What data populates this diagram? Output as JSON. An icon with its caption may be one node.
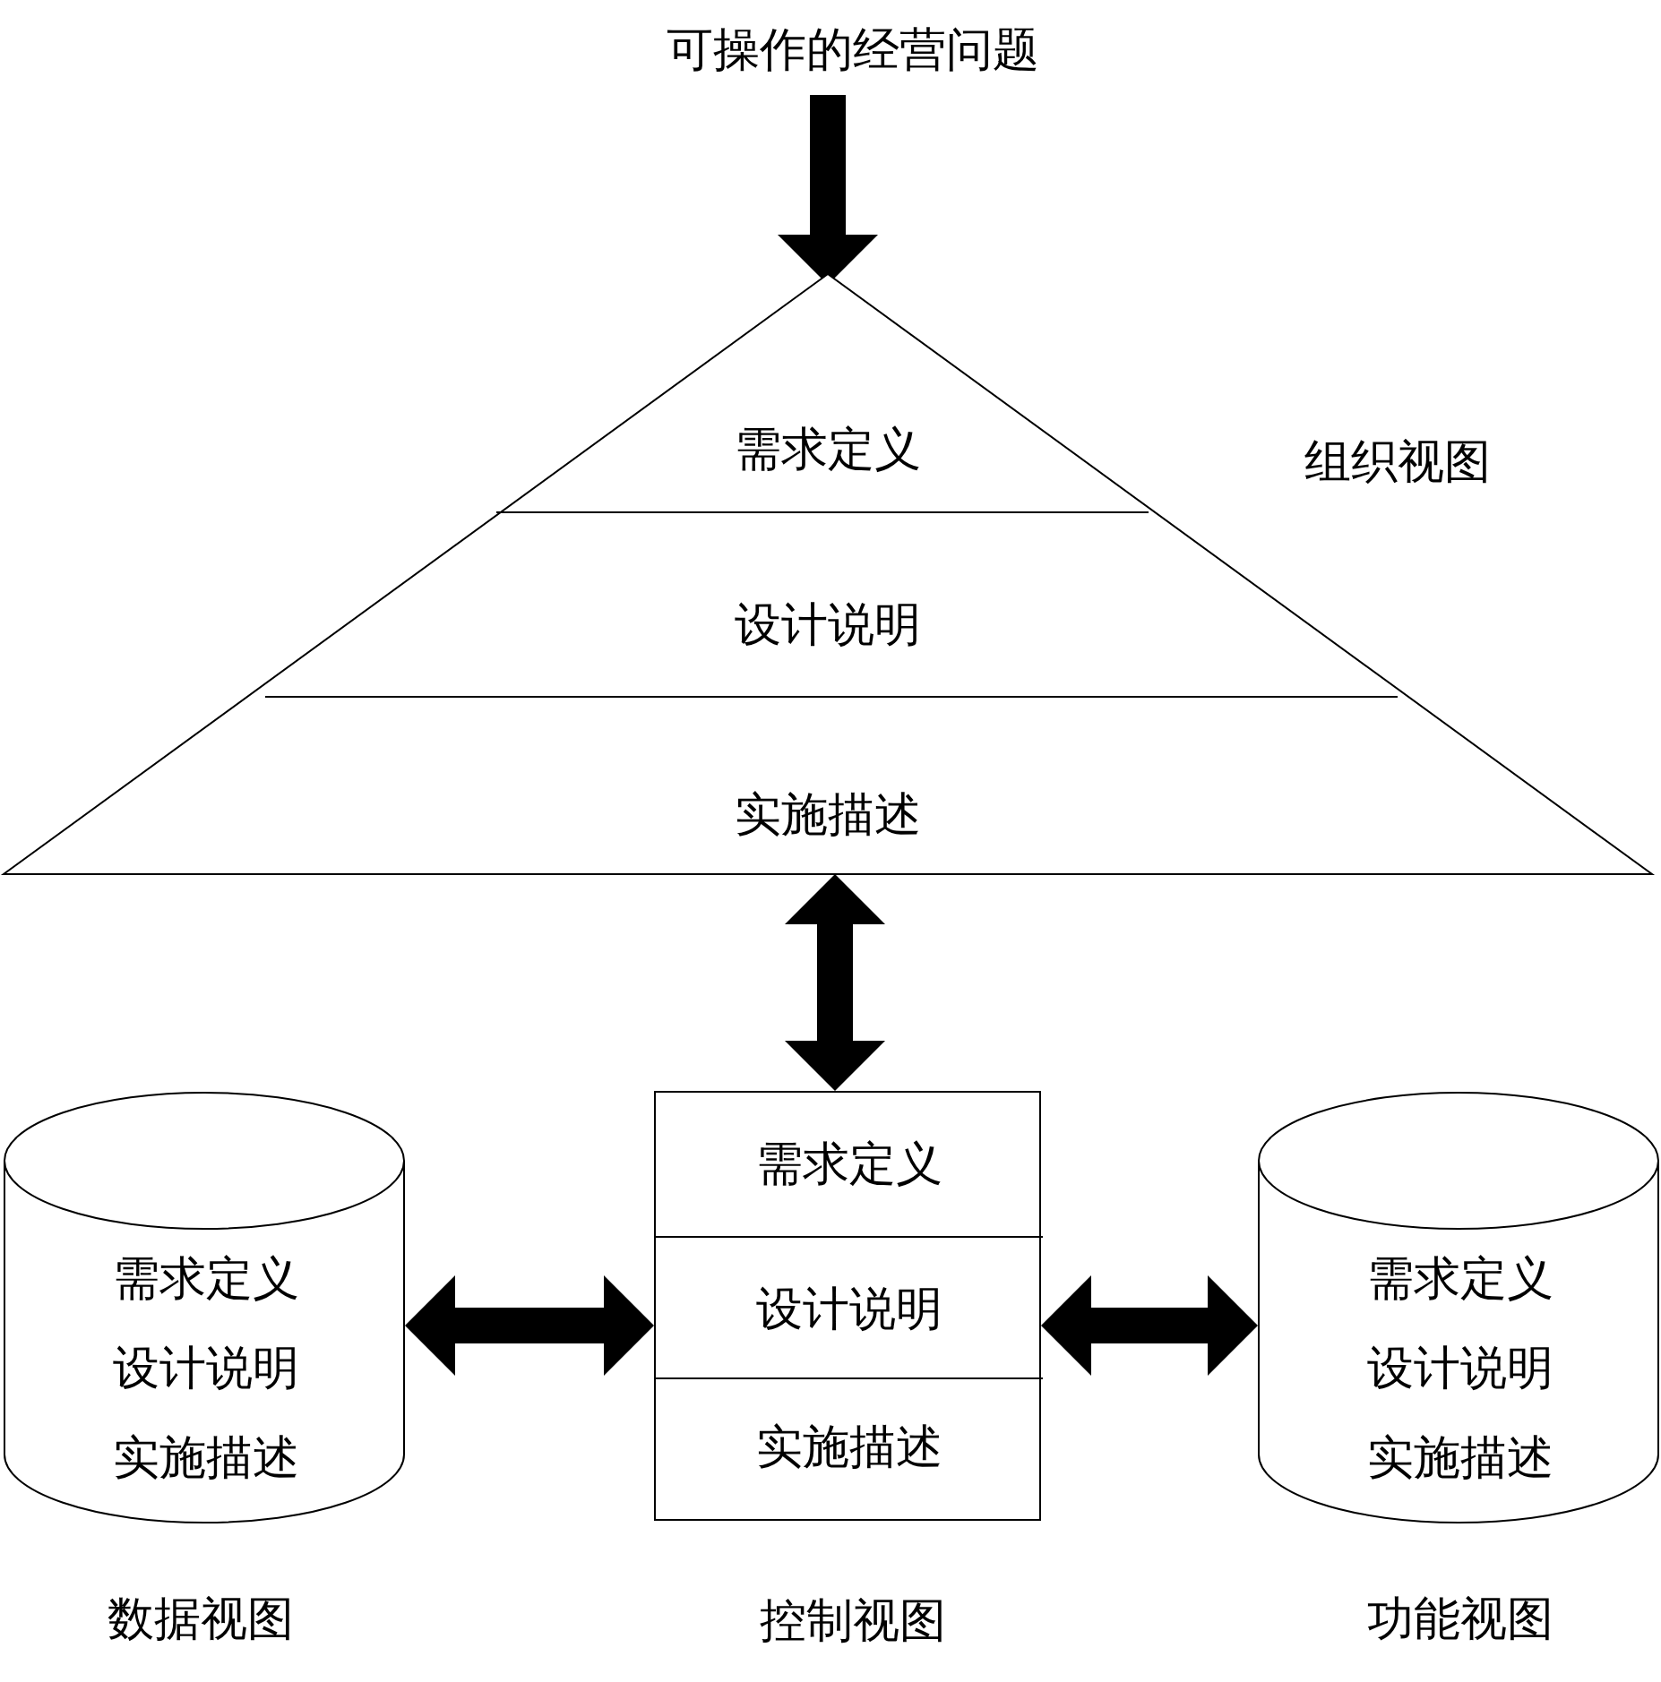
{
  "diagram": {
    "nodes": [
      {
        "text": [
          "可操作的经营问题"
        ]
      },
      {
        "text": [
          "需求定义",
          "设计说明",
          "实施描述"
        ],
        "beside": [
          "组织视图"
        ]
      },
      {
        "text": [
          "需求定义",
          "设计说明",
          "实施描述"
        ],
        "beside": [
          "数据视图"
        ]
      },
      {
        "text": [],
        "shape": "box",
        "beside": [
          "控制视图"
        ]
      },
      {
        "text": [
          "需求定义"
        ],
        "in": 3
      },
      {
        "text": [
          "设计说明"
        ],
        "in": 3
      },
      {
        "text": [
          "实施描述"
        ],
        "in": 3
      },
      {
        "text": [
          "需求定义",
          "设计说明",
          "实施描述"
        ],
        "beside": [
          "功能视图"
        ]
      }
    ],
    "edges": [
      {
        "from": 0,
        "to": 1,
        "arrow": "to"
      },
      {
        "from": 1,
        "to": 3,
        "arrow": "both"
      },
      {
        "from": 2,
        "to": 3,
        "arrow": "both"
      },
      {
        "from": 3,
        "to": 7,
        "arrow": "both"
      }
    ]
  }
}
